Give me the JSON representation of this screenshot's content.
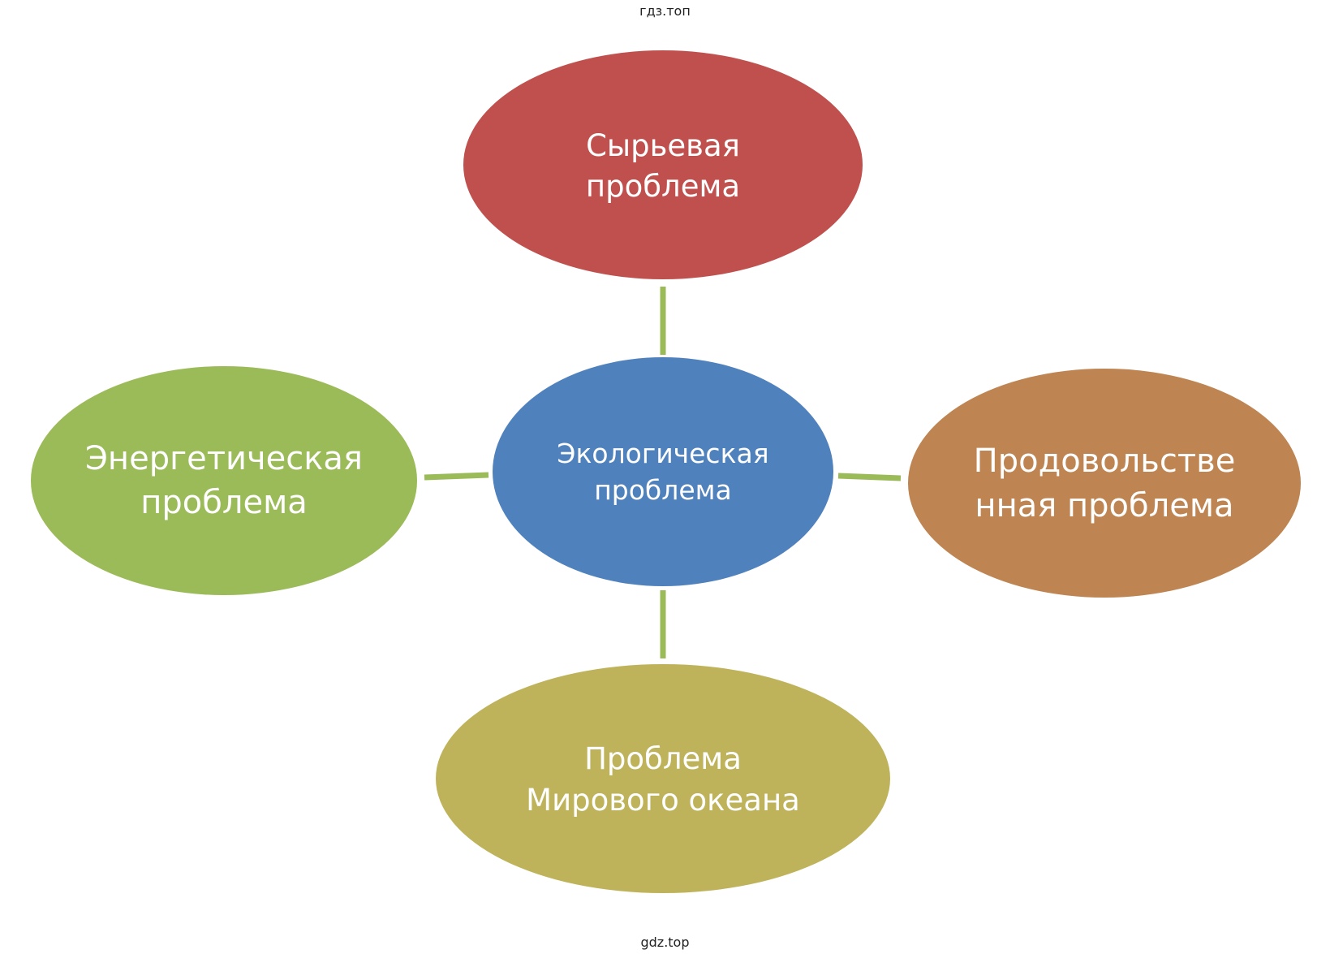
{
  "watermark_top": "гдз.топ",
  "watermark_bottom": "gdz.top",
  "colors": {
    "center": "#4F81BD",
    "top": "#C0504D",
    "left": "#9BBB59",
    "right": "#BE8451",
    "bottom": "#BEB35A",
    "connector": "#9BBB59"
  },
  "nodes": {
    "center": {
      "lines": [
        "Экологическая",
        "проблема"
      ]
    },
    "top": {
      "lines": [
        "Сырьевая",
        "проблема"
      ]
    },
    "left": {
      "lines": [
        "Энергетическая",
        "проблема"
      ]
    },
    "right": {
      "lines": [
        "Продовольстве",
        "нная проблема"
      ]
    },
    "bottom": {
      "lines": [
        "Проблема",
        "Мирового океана"
      ]
    }
  }
}
